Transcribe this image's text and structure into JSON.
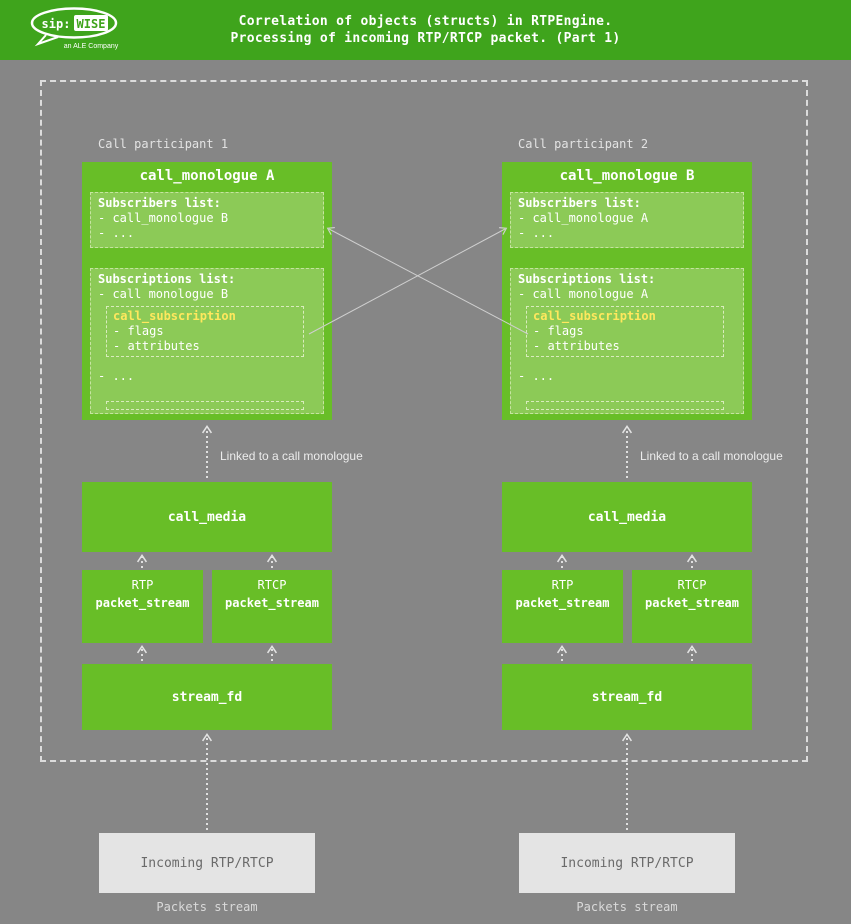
{
  "colors": {
    "bg": "#868686",
    "header-green": "#3fa41c",
    "box-green": "#68be27",
    "inner-green": "#8cca57",
    "inner-border": "#c6e4a0",
    "sub-border": "#d8ecbc",
    "yellow": "#ffe85d",
    "outer-dash": "#dcdcdc",
    "arrow": "#e0e0e0",
    "incoming-bg": "#e4e4e4",
    "incoming-text": "#6a6a6a"
  },
  "header": {
    "title_line1": "Correlation of objects (structs) in RTPEngine.",
    "title_line2": "Processing of incoming RTP/RTCP packet. (Part 1)",
    "logo_sip": "sip:",
    "logo_wise": "WISE",
    "logo_subtitle": "an ALE Company"
  },
  "participants": [
    {
      "label": "Call participant 1",
      "monologue_title": "call_monologue A",
      "subscribers_title": "Subscribers list:",
      "subscribers_item1": "- call_monologue B",
      "subscribers_item2": "- ...",
      "subscriptions_title": "Subscriptions list:",
      "subscriptions_item": "- call monologue B",
      "subscription_title": "call_subscription",
      "subscription_field1": "- flags",
      "subscription_field2": "- attributes",
      "subscriptions_more": "- ...",
      "linked_label": "Linked to a call monologue",
      "media_title": "call_media",
      "stream1_protocol": "RTP",
      "stream1_title": "packet_stream",
      "stream2_protocol": "RTCP",
      "stream2_title": "packet_stream",
      "fd_title": "stream_fd",
      "incoming_label": "Incoming RTP/RTCP",
      "packets_label": "Packets stream"
    },
    {
      "label": "Call participant 2",
      "monologue_title": "call_monologue B",
      "subscribers_title": "Subscribers list:",
      "subscribers_item1": "- call_monologue A",
      "subscribers_item2": "- ...",
      "subscriptions_title": "Subscriptions list:",
      "subscriptions_item": "- call monologue A",
      "subscription_title": "call_subscription",
      "subscription_field1": "- flags",
      "subscription_field2": "- attributes",
      "subscriptions_more": "- ...",
      "linked_label": "Linked to a call monologue",
      "media_title": "call_media",
      "stream1_protocol": "RTP",
      "stream1_title": "packet_stream",
      "stream2_protocol": "RTCP",
      "stream2_title": "packet_stream",
      "fd_title": "stream_fd",
      "incoming_label": "Incoming RTP/RTCP",
      "packets_label": "Packets stream"
    }
  ]
}
